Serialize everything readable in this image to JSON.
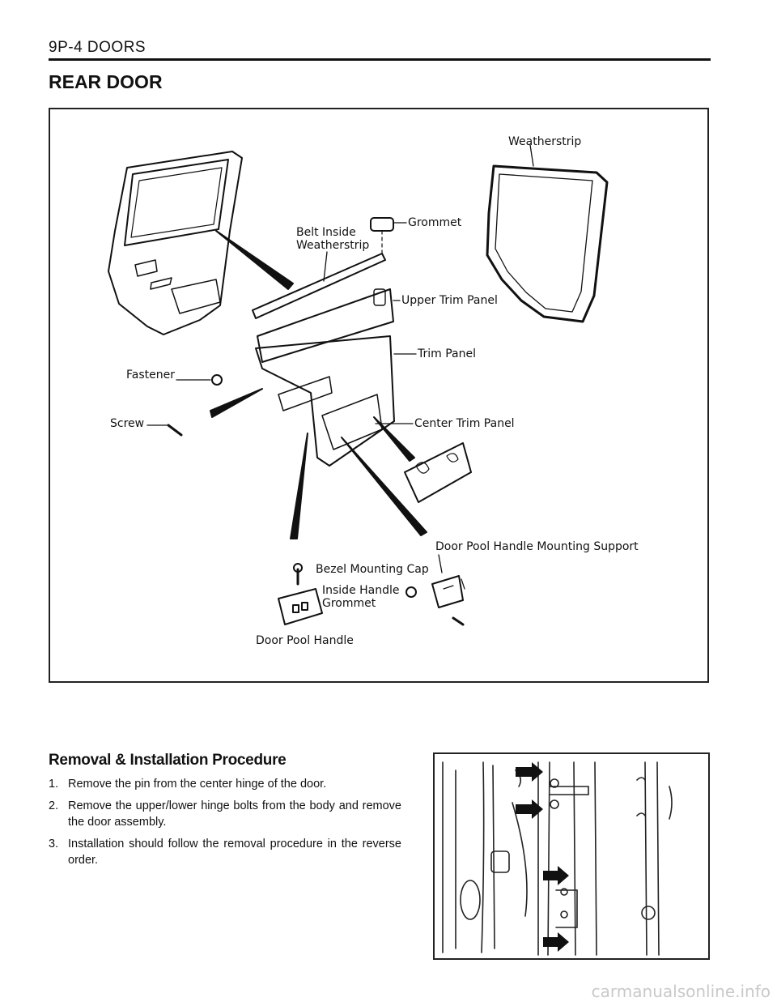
{
  "header": {
    "page_ref": "9P-4  DOORS"
  },
  "section_title": "REAR DOOR",
  "diagram": {
    "labels": {
      "weatherstrip": "Weatherstrip",
      "grommet_top": "Grommet",
      "belt_inside_line1": "Belt Inside",
      "belt_inside_line2": "Weatherstrip",
      "upper_trim_panel": "Upper Trim Panel",
      "trim_panel": "Trim Panel",
      "fastener": "Fastener",
      "screw": "Screw",
      "center_trim_panel": "Center Trim Panel",
      "door_pool_handle_support": "Door Pool Handle Mounting Support",
      "bezel_mounting_cap": "Bezel Mounting Cap",
      "inside_handle_line1": "Inside Handle",
      "inside_handle_line2": "Grommet",
      "door_pool_handle": "Door Pool Handle"
    }
  },
  "procedure": {
    "title": "Removal & Installation Procedure",
    "steps": [
      {
        "num": "1.",
        "text": "Remove the pin from the center hinge of the door."
      },
      {
        "num": "2.",
        "text": "Remove the upper/lower hinge bolts from the body and remove the door assembly."
      },
      {
        "num": "3.",
        "text": "Installation should follow the removal procedure in the reverse order."
      }
    ]
  },
  "watermark": "carmanualsonline.info"
}
